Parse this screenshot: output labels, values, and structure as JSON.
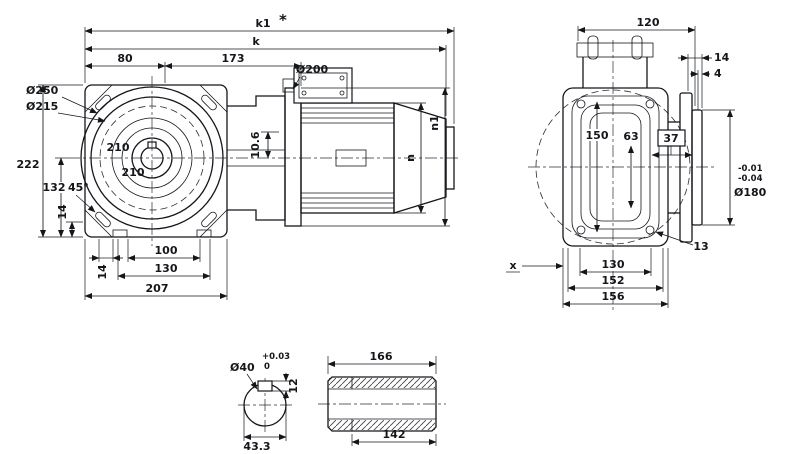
{
  "front": {
    "k1": "k1",
    "star": "*",
    "k": "k",
    "d80": "80",
    "d173": "173",
    "d200": "Ø200",
    "d250": "Ø250",
    "d215": "Ø215",
    "d222": "222",
    "d210a": "210",
    "d210b": "210",
    "d132": "132",
    "a45": "45°",
    "d14_left": "14",
    "d106": "10.6",
    "n": "n",
    "n1": "n1",
    "d14_bottom": "14",
    "d100": "100",
    "d130": "130",
    "d207": "207"
  },
  "side": {
    "d120": "120",
    "d14": "14",
    "d4": "4",
    "d150": "150",
    "d63": "63",
    "d37": "37",
    "tol_top": "-0.01",
    "tol_bottom": "-0.04",
    "d180": "Ø180",
    "d13": "13",
    "datum_x": "x",
    "d130": "130",
    "d152": "152",
    "d156": "156"
  },
  "shaft_end": {
    "tol_top": "+0.03",
    "tol_bottom": "0",
    "d40": "Ø40",
    "d12": "12",
    "d43": "43.3"
  },
  "shaft_side": {
    "d166": "166",
    "d142": "142"
  },
  "colors": {
    "line": "#14161a",
    "background": "#ffffff"
  }
}
